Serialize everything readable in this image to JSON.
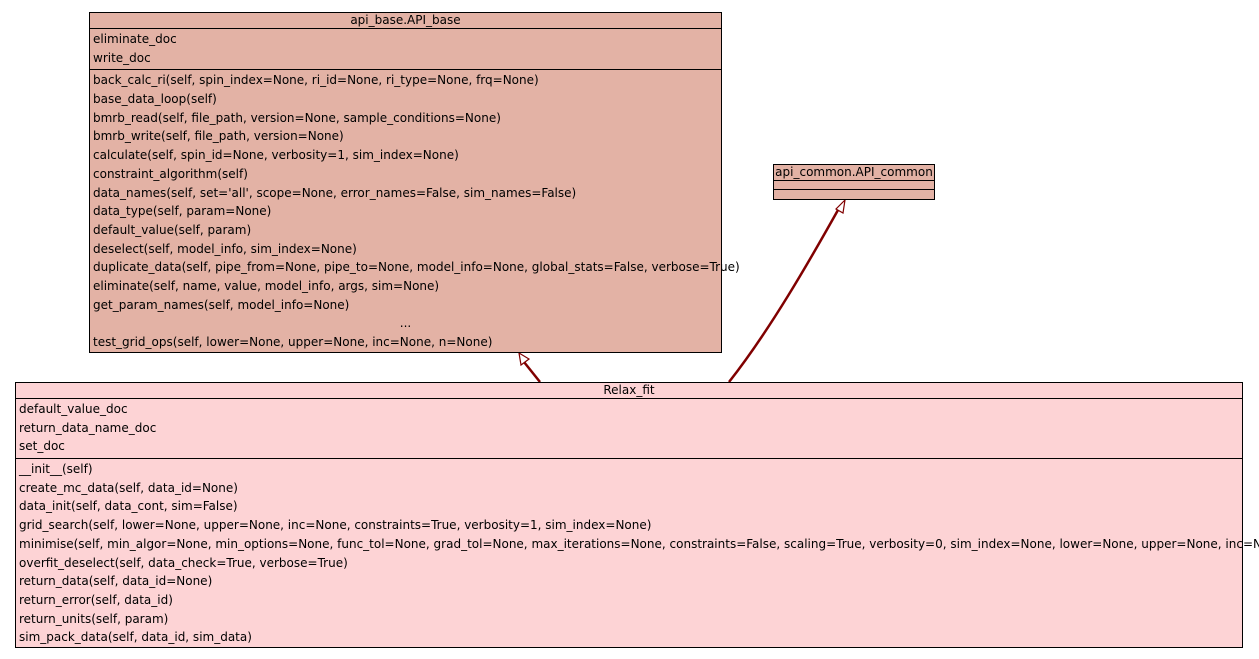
{
  "diagram": {
    "edge_color": "#800000",
    "classes": {
      "api_base": {
        "name": "api_base.API_base",
        "fill": "#e3b2a5",
        "attributes": [
          "eliminate_doc",
          "write_doc"
        ],
        "methods": [
          "back_calc_ri(self, spin_index=None, ri_id=None, ri_type=None, frq=None)",
          "base_data_loop(self)",
          "bmrb_read(self, file_path, version=None, sample_conditions=None)",
          "bmrb_write(self, file_path, version=None)",
          "calculate(self, spin_id=None, verbosity=1, sim_index=None)",
          "constraint_algorithm(self)",
          "data_names(self, set='all', scope=None, error_names=False, sim_names=False)",
          "data_type(self, param=None)",
          "default_value(self, param)",
          "deselect(self, model_info, sim_index=None)",
          "duplicate_data(self, pipe_from=None, pipe_to=None, model_info=None, global_stats=False, verbose=True)",
          "eliminate(self, name, value, model_info, args, sim=None)",
          "get_param_names(self, model_info=None)"
        ],
        "ellipsis": "...",
        "last_method": "test_grid_ops(self, lower=None, upper=None, inc=None, n=None)"
      },
      "api_common": {
        "name": "api_common.API_common",
        "fill": "#e3b2a5"
      },
      "relax_fit": {
        "name": "Relax_fit",
        "fill": "#fdd3d5",
        "attributes": [
          "default_value_doc",
          "return_data_name_doc",
          "set_doc"
        ],
        "methods": [
          "__init__(self)",
          "create_mc_data(self, data_id=None)",
          "data_init(self, data_cont, sim=False)",
          "grid_search(self, lower=None, upper=None, inc=None, constraints=True, verbosity=1, sim_index=None)",
          "minimise(self, min_algor=None, min_options=None, func_tol=None, grad_tol=None, max_iterations=None, constraints=False, scaling=True, verbosity=0, sim_index=None, lower=None, upper=None, inc=None)",
          "overfit_deselect(self, data_check=True, verbose=True)",
          "return_data(self, data_id=None)",
          "return_error(self, data_id)",
          "return_units(self, param)",
          "sim_pack_data(self, data_id, sim_data)"
        ]
      }
    }
  }
}
